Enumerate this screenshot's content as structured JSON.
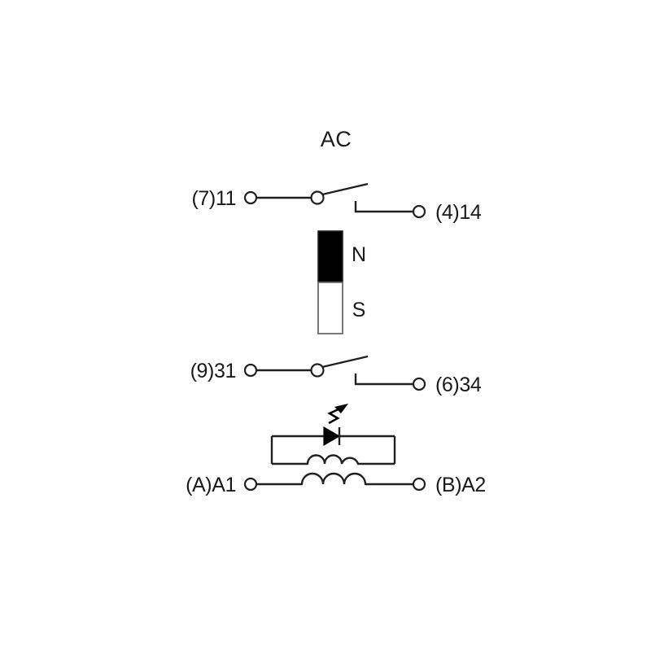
{
  "diagram": {
    "title": "AC",
    "type": "relay-wiring-schematic",
    "colors": {
      "line": "#231f20",
      "background": "#ffffff",
      "north_pole_fill": "#000000",
      "south_pole_fill": "#ffffff"
    },
    "magnet": {
      "north_label": "N",
      "south_label": "S"
    },
    "contacts": [
      {
        "id": "contact-1",
        "left_terminal_label": "(7)11",
        "right_terminal_label": "(4)14",
        "state": "normally-open"
      },
      {
        "id": "contact-2",
        "left_terminal_label": "(9)31",
        "right_terminal_label": "(6)34",
        "state": "normally-open"
      }
    ],
    "coil": {
      "left_terminal_label": "(A)A1",
      "right_terminal_label": "(B)A2",
      "indicator": "led",
      "indicator_symbol": "light-emitting-diode"
    }
  }
}
